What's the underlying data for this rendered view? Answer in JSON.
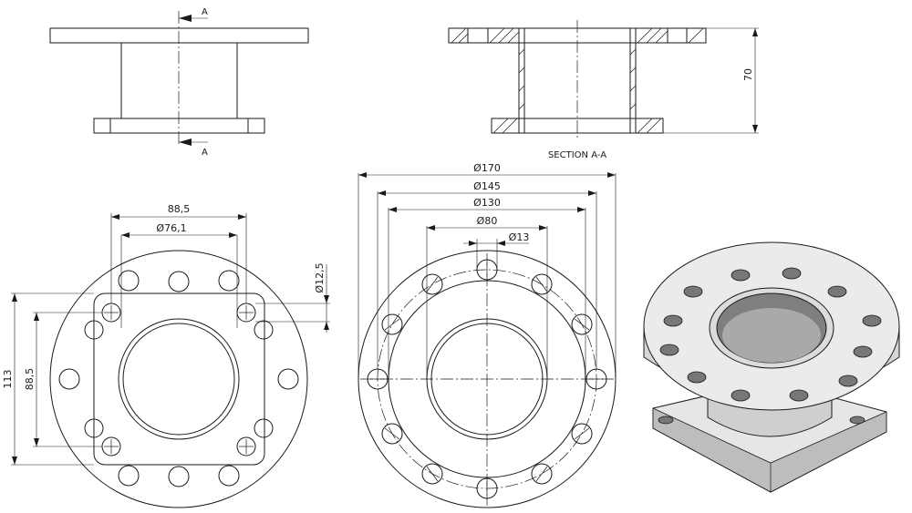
{
  "section_markers": {
    "top": "A",
    "bottom": "A"
  },
  "section_title": "SECTION A-A",
  "dimensions": {
    "height": "70",
    "square_width": "88,5",
    "pipe_diameter": "Ø76,1",
    "square_hole": "Ø12,5",
    "overall_height": "113",
    "square_height": "88,5",
    "flange_od": "Ø170",
    "flange_pcd": "Ø145",
    "flange_raised": "Ø130",
    "flange_bore": "Ø80",
    "flange_hole": "Ø13"
  },
  "views": [
    "front-view",
    "section-view",
    "square-flange-view",
    "round-flange-view",
    "isometric-view"
  ],
  "colors": {
    "line": "#1a1a1a",
    "model_face": "#e6e6e6",
    "model_shadow": "#9a9a9a",
    "hole": "#777777"
  }
}
